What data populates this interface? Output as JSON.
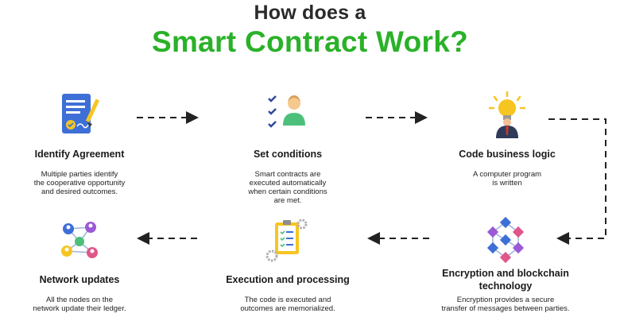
{
  "title": {
    "line1": "How does a",
    "line2": "Smart Contract Work?"
  },
  "steps": [
    {
      "name": "Identify Agreement",
      "icon": "agreement-document-icon",
      "desc": [
        "Multiple parties identify",
        "the cooperative opportunity",
        "and desired outcomes."
      ]
    },
    {
      "name": "Set conditions",
      "icon": "checklist-person-icon",
      "desc": [
        "Smart contracts are",
        "executed automatically",
        "when certain conditions",
        "are met."
      ]
    },
    {
      "name": "Code business logic",
      "icon": "lightbulb-person-icon",
      "desc": [
        "A computer program",
        "is written"
      ]
    },
    {
      "name": [
        "Encryption and blockchain",
        "technology"
      ],
      "icon": "blockchain-cubes-icon",
      "desc": [
        "Encryption provides a secure",
        "transfer of messages between parties."
      ]
    },
    {
      "name": "Execution and processing",
      "icon": "clipboard-gears-icon",
      "desc": [
        "The code is executed and",
        "outcomes are memorialized."
      ]
    },
    {
      "name": "Network updates",
      "icon": "network-nodes-icon",
      "desc": [
        "All the nodes on the",
        "network update their ledger."
      ]
    }
  ],
  "colors": {
    "title_dark": "#2a2a2a",
    "title_green": "#2ab128",
    "arrow": "#222222",
    "icon_blue": "#3d6fd6",
    "icon_yellow": "#f6c522",
    "icon_green": "#4cc07a",
    "icon_purple": "#9b59d6"
  }
}
